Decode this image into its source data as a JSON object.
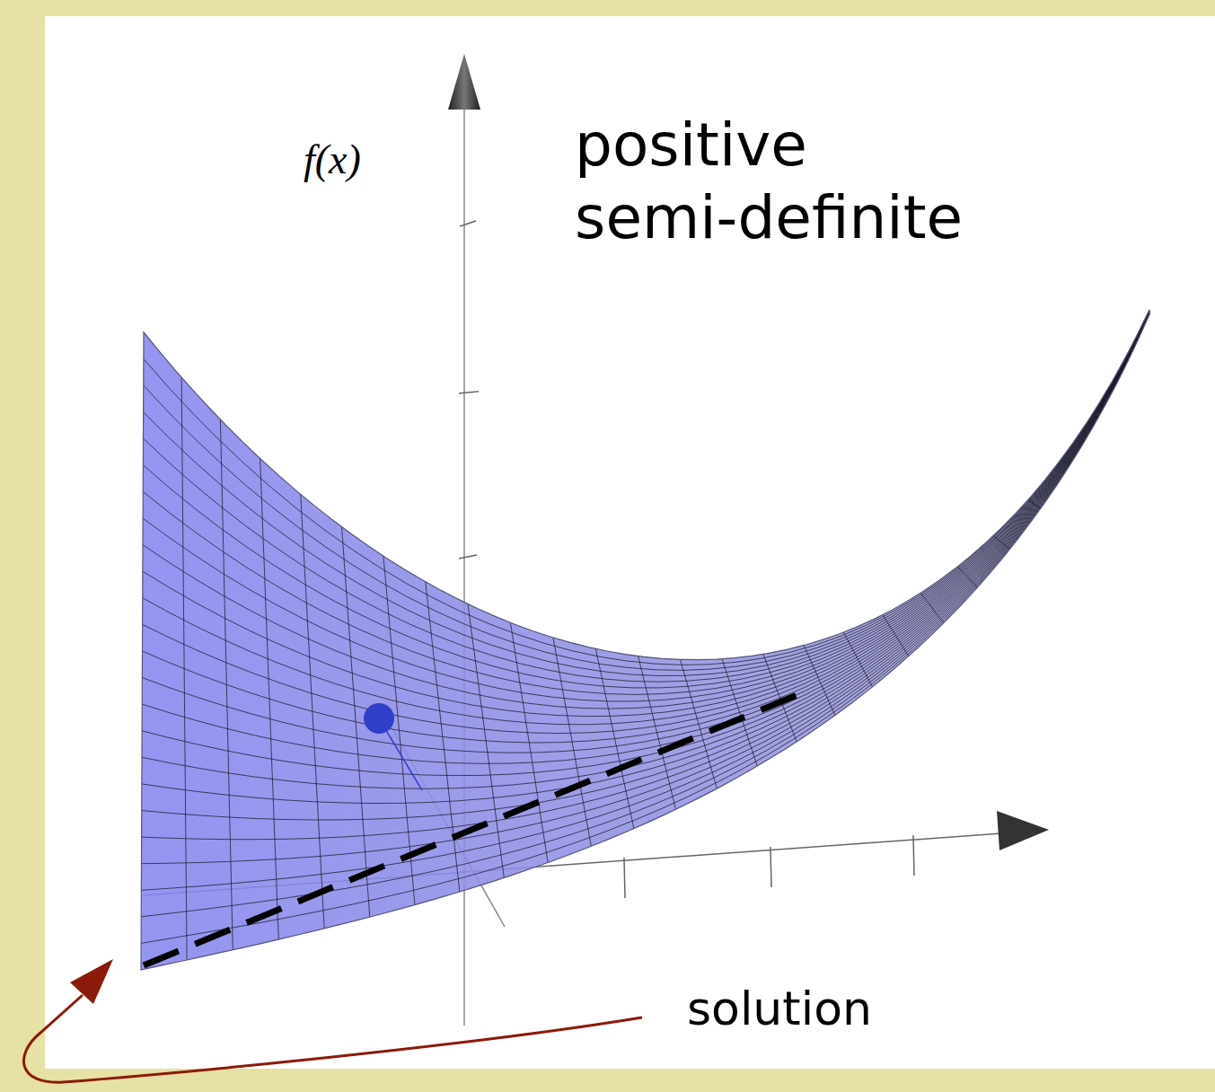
{
  "diagram": {
    "labels": [
      "f(x)",
      "positive semi-definite",
      "solution"
    ]
  }
}
